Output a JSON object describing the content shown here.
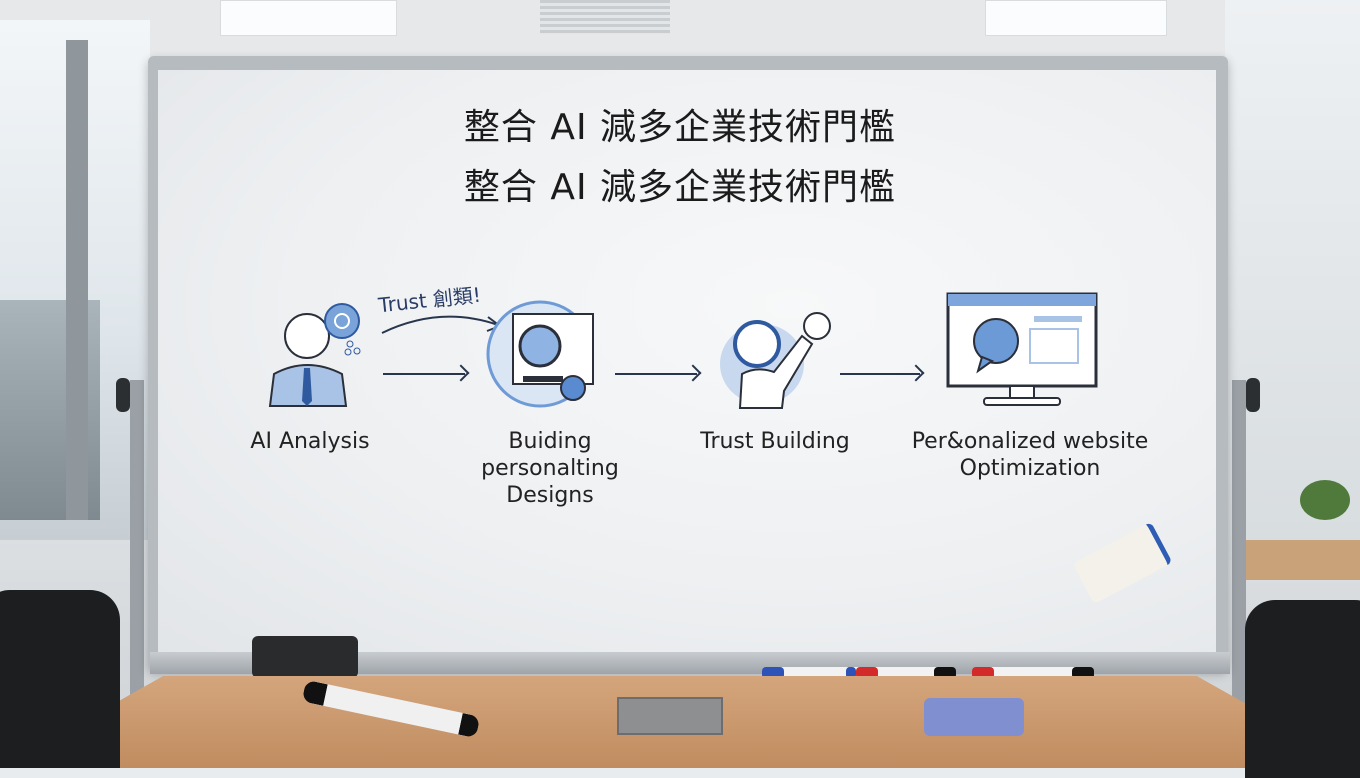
{
  "scene": {
    "description": "Office meeting room with a whiteboard diagram on a wooden table",
    "colors": {
      "ink_dark": "#1b1b1b",
      "ink_blue": "#4a7fc4",
      "arrow": "#27364d",
      "table": "#c99a6e",
      "frame": "#b6bbbf"
    }
  },
  "whiteboard": {
    "title_lines": [
      "整合 AI 減多企業技術門檻",
      "整合 AI 減多企業技術門檻"
    ],
    "handwritten_note": "Trust 創類!",
    "steps": [
      {
        "icon": "person-gear-icon",
        "label": "AI Analysis"
      },
      {
        "icon": "magnifier-browser-icon",
        "label": "Buiding personalting Designs"
      },
      {
        "icon": "person-lightbulb-icon",
        "label": "Trust Building"
      },
      {
        "icon": "monitor-chat-icon",
        "label": "Per&onalized website Optimization"
      }
    ],
    "step_label_lines": {
      "step2": [
        "Buiding",
        "personalting",
        "Designs"
      ],
      "step4": [
        "Per&onalized website",
        "Optimization"
      ]
    }
  },
  "objects": {
    "markers_on_tray": [
      "blue",
      "blue-red",
      "red",
      "black"
    ],
    "desk_items": [
      "black marker",
      "blue eraser",
      "cable grommet"
    ],
    "board_items": [
      "black eraser",
      "white magnetic eraser"
    ]
  }
}
